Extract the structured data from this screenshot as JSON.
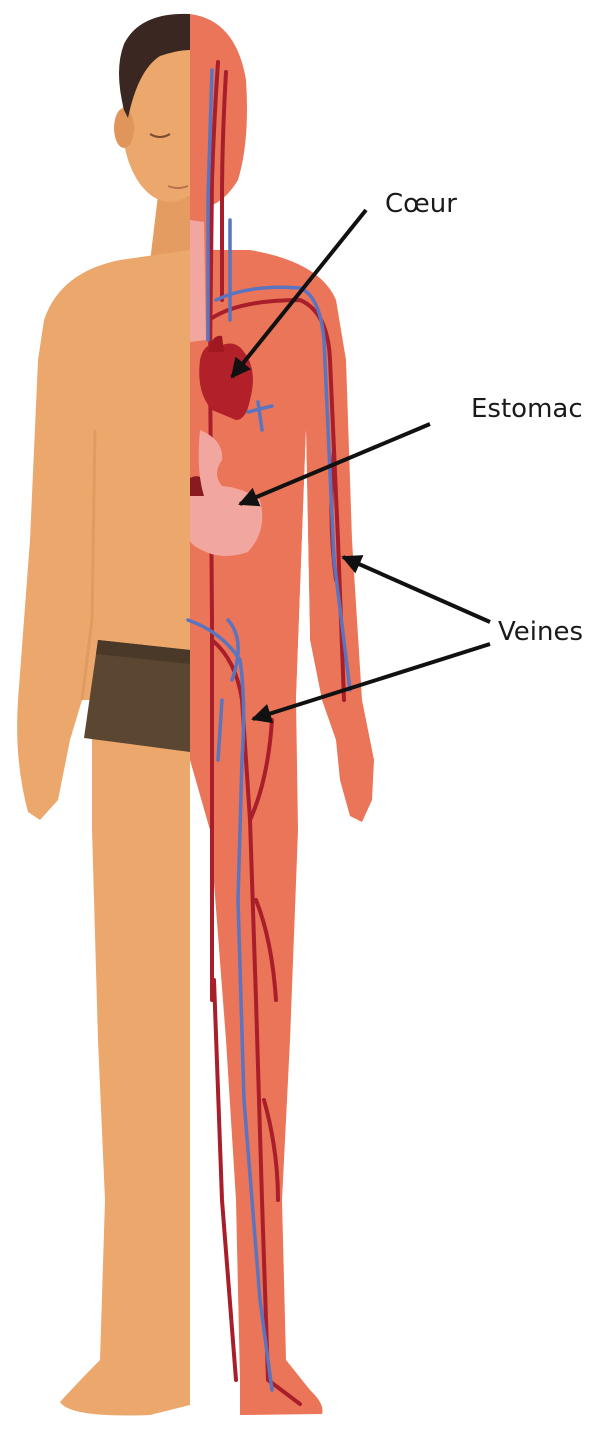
{
  "labels": {
    "heart": "Cœur",
    "stomach": "Estomac",
    "veins": "Veines"
  },
  "colors": {
    "skin": "#eca86c",
    "body_interior": "#ea7558",
    "hair": "#3b2722",
    "underwear": "#5b4632",
    "heart": "#b2202a",
    "stomach": "#f2a6a0",
    "artery": "#a91e2b",
    "vein": "#5a74c0",
    "arrow": "#111111"
  }
}
